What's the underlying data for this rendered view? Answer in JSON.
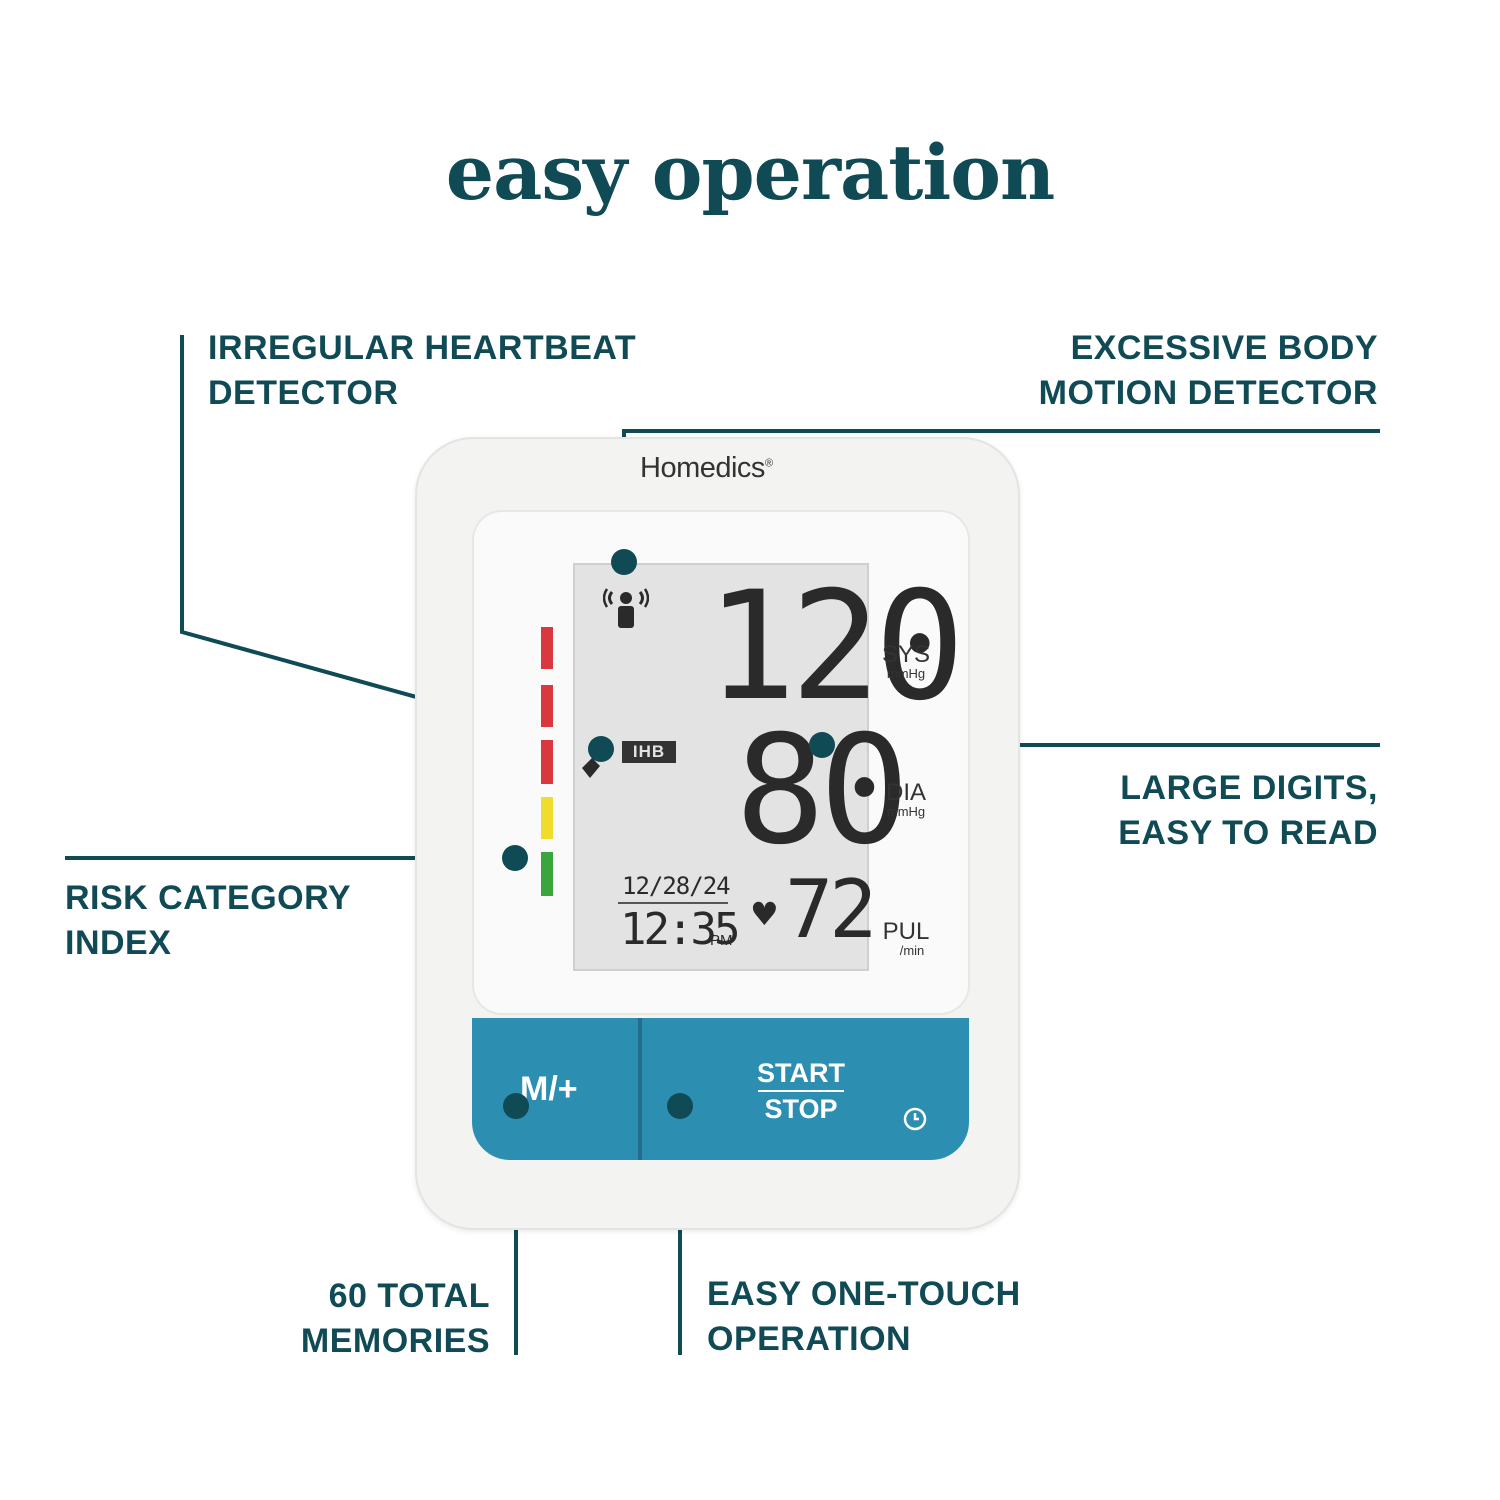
{
  "headline": "easy operation",
  "callouts": {
    "ihb": [
      "IRREGULAR HEARTBEAT",
      "DETECTOR"
    ],
    "motion": [
      "EXCESSIVE BODY",
      "MOTION DETECTOR"
    ],
    "digits": [
      "LARGE DIGITS,",
      "EASY TO READ"
    ],
    "risk": [
      "RISK CATEGORY",
      "INDEX"
    ],
    "memories": [
      "60 TOTAL",
      "MEMORIES"
    ],
    "onetouch": [
      "EASY ONE-TOUCH",
      "OPERATION"
    ]
  },
  "device": {
    "brand": "Homedics",
    "brand_mark": "®",
    "display": {
      "sys_value": "120",
      "dia_value": "80",
      "pulse_value": "72",
      "date": "12/28/24",
      "time": "12:35",
      "ampm": "PM",
      "ihb_badge": "IHB",
      "sys_label": "SYS",
      "sys_unit": "mmHg",
      "dia_label": "DIA",
      "dia_unit": "mmHg",
      "pul_label": "PUL",
      "pul_unit": "/min"
    },
    "buttons": {
      "memory": "M/+",
      "start": "START",
      "stop": "STOP"
    },
    "risk_colors": [
      "#d9393e",
      "#d9393e",
      "#d9393e",
      "#f0dc2c",
      "#3aa53c"
    ]
  },
  "colors": {
    "brand_teal": "#0f4a55",
    "button_blue": "#2c8fb2"
  }
}
